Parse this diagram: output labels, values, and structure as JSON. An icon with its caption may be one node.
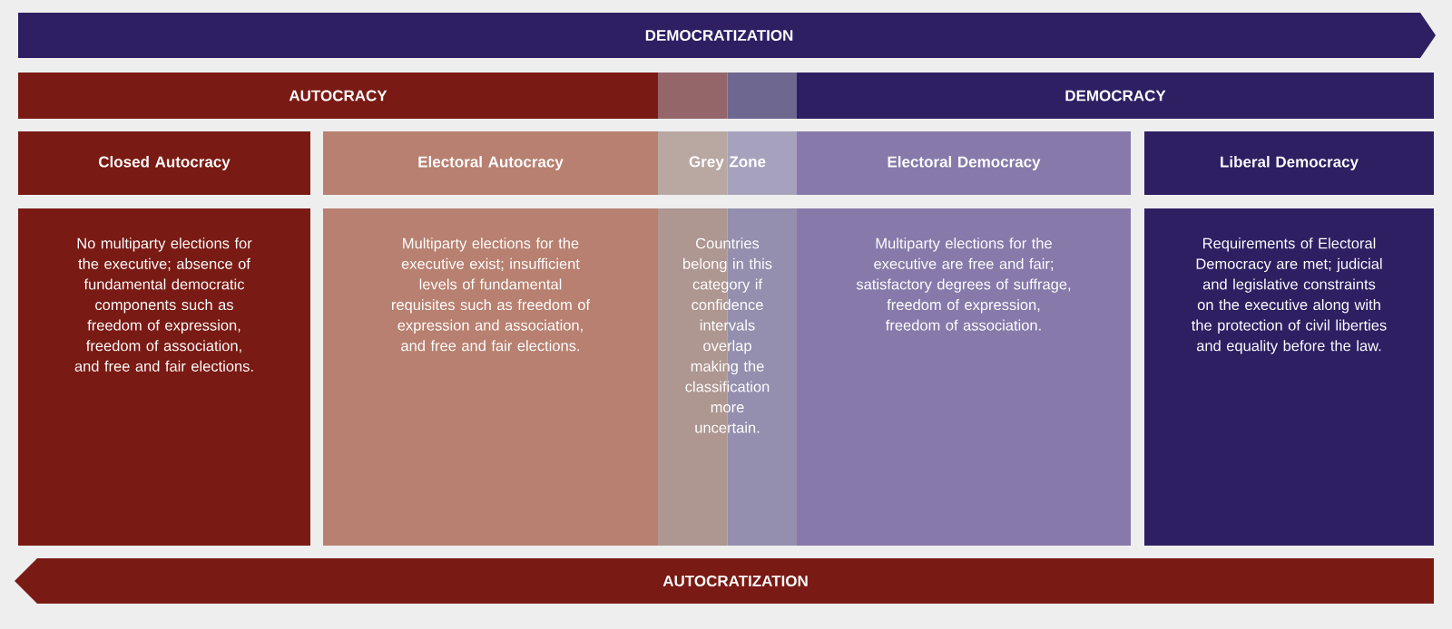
{
  "diagram": {
    "nodes": [
      {
        "text": [
          "DEMOCRATIZATION"
        ]
      },
      {
        "text": [
          "AUTOCRACY"
        ]
      },
      {
        "text": [],
        "shape": "box"
      },
      {
        "text": [
          "DEMOCRACY"
        ]
      },
      {
        "text": [
          "Closed Autocracy"
        ]
      },
      {
        "text": [
          "No multiparty elections for the executive; absence of fundamental democratic components such as freedom of expression, freedom of association, and free and fair elections."
        ]
      },
      {
        "text": [
          "Electoral Autocracy"
        ]
      },
      {
        "text": [
          "Multiparty elections for the executive exist; insufficient levels of fundamental requisites such as freedom of expression and association, and free and fair elections."
        ]
      },
      {
        "text": [
          "Grey Zone"
        ]
      },
      {
        "text": [
          "Countries belong in this category if confidence intervals overlap making the classification more uncertain."
        ]
      },
      {
        "text": [
          "Electoral Democracy"
        ]
      },
      {
        "text": [
          "Multiparty elections for the executive are free and fair; satisfactory degrees of suffrage, freedom of expression, freedom of association."
        ]
      },
      {
        "text": [
          "Liberal Democracy"
        ]
      },
      {
        "text": [
          "Requirements of Electoral Democracy are met; judicial and legislative constraints on the executive along with the protection of civil liberties and equality before the law."
        ]
      },
      {
        "text": [
          "AUTOCRATIZATION"
        ]
      }
    ],
    "edges": []
  }
}
